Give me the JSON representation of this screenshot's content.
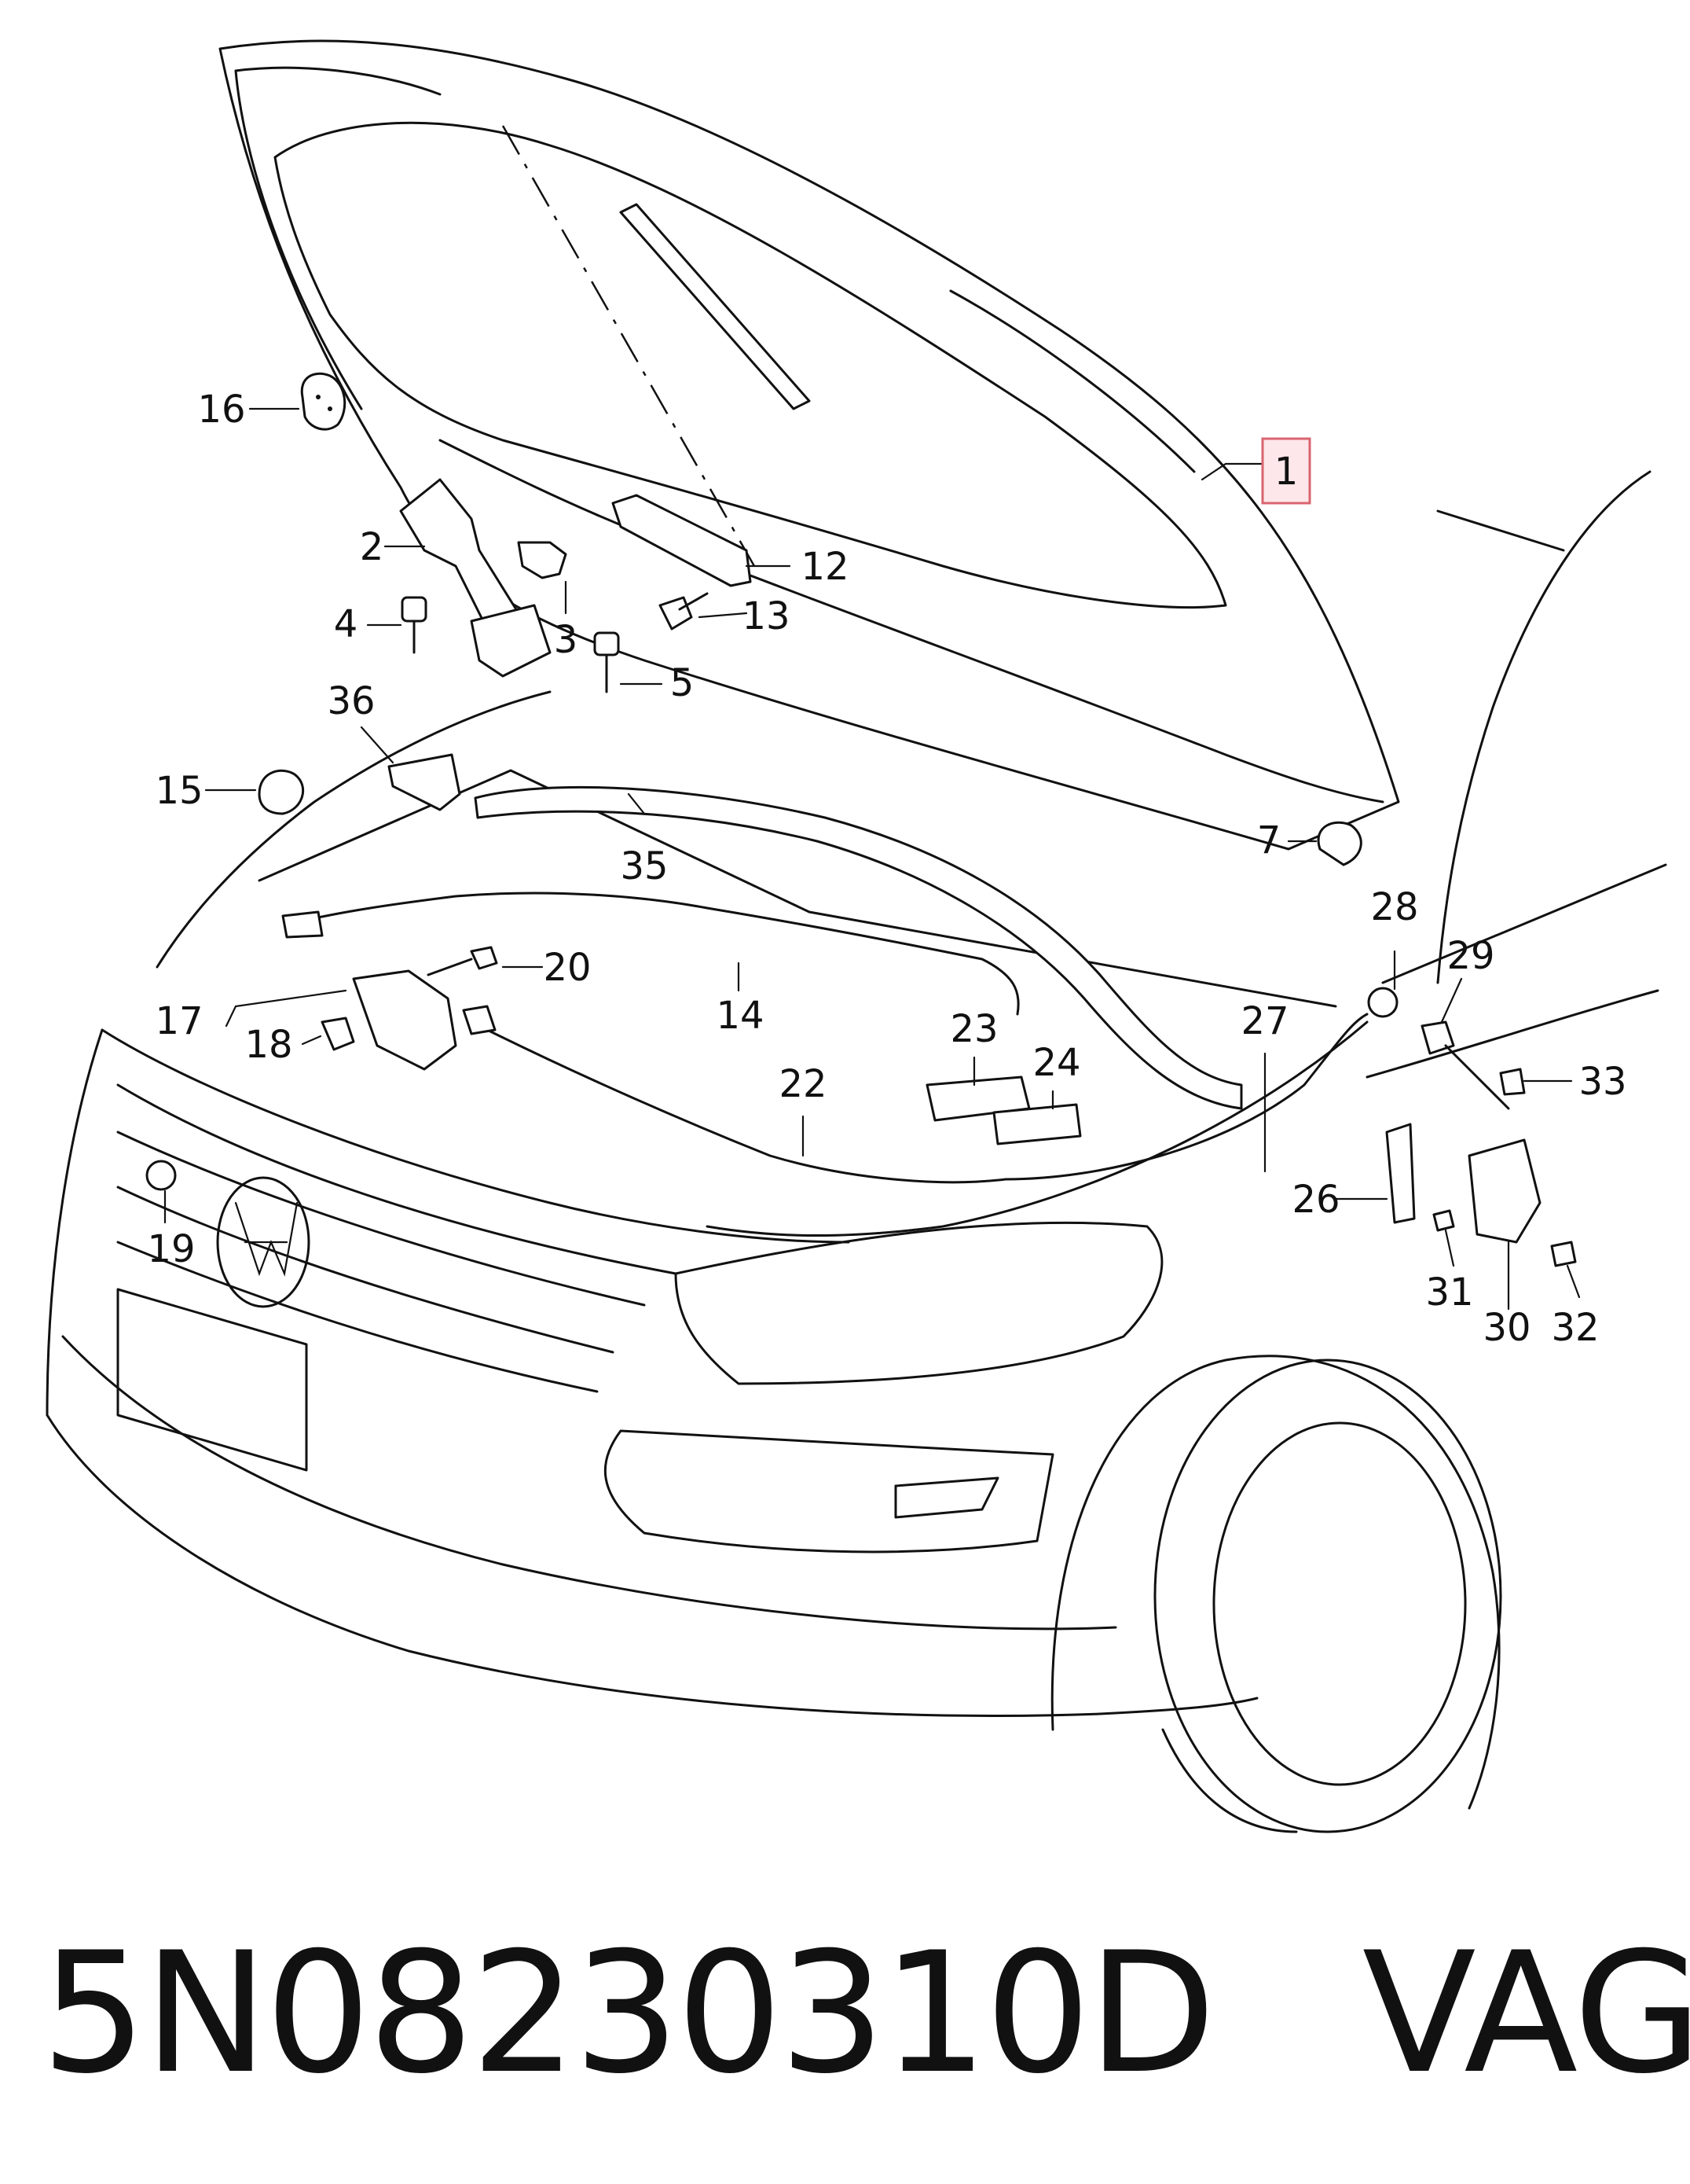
{
  "callouts": [
    {
      "id": "1",
      "highlighted": true
    },
    {
      "id": "2"
    },
    {
      "id": "3"
    },
    {
      "id": "4"
    },
    {
      "id": "5"
    },
    {
      "id": "7"
    },
    {
      "id": "12"
    },
    {
      "id": "13"
    },
    {
      "id": "14"
    },
    {
      "id": "15"
    },
    {
      "id": "16"
    },
    {
      "id": "17"
    },
    {
      "id": "18"
    },
    {
      "id": "19"
    },
    {
      "id": "20"
    },
    {
      "id": "22"
    },
    {
      "id": "23"
    },
    {
      "id": "24"
    },
    {
      "id": "26"
    },
    {
      "id": "27"
    },
    {
      "id": "28"
    },
    {
      "id": "29"
    },
    {
      "id": "30"
    },
    {
      "id": "31"
    },
    {
      "id": "32"
    },
    {
      "id": "33"
    },
    {
      "id": "35"
    },
    {
      "id": "36"
    }
  ],
  "caption": {
    "part_number": "5N08230310D",
    "brand": "VAG"
  },
  "colors": {
    "line": "#111111",
    "highlight_fill": "#fde7ea",
    "highlight_stroke": "#d9646f"
  }
}
